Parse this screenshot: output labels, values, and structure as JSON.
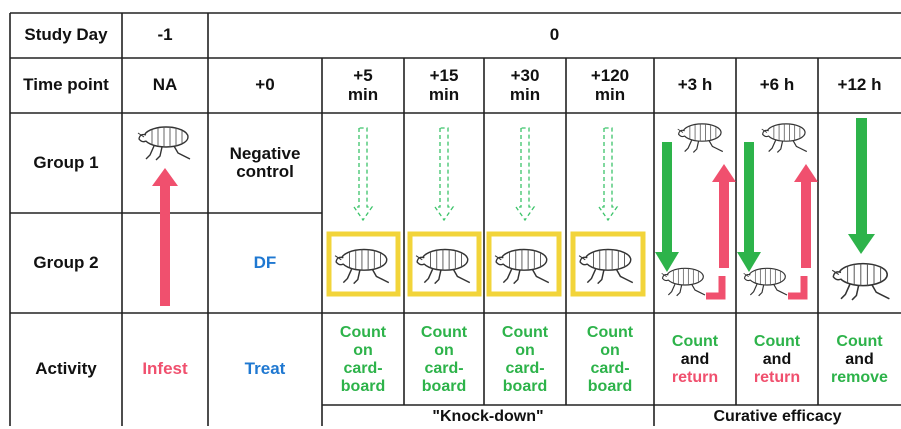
{
  "header": {
    "study_day_label": "Study Day",
    "day_minus1": "-1",
    "day_zero": "0",
    "time_point_label": "Time point",
    "tp_na": "NA",
    "tp_0": "+0",
    "tp_5": "+5 min",
    "tp_15": "+15 min",
    "tp_30": "+30 min",
    "tp_120": "+120 min",
    "tp_3h": "+3 h",
    "tp_6h": "+6 h",
    "tp_12h": "+12 h"
  },
  "rows": {
    "group1": "Group 1",
    "group2": "Group 2",
    "activity": "Activity"
  },
  "groups": {
    "negative_control": "Negative control",
    "df": "DF"
  },
  "activities": {
    "infest": "Infest",
    "treat": "Treat",
    "count_on_cardboard_1": "Count on card- board",
    "count_on_cardboard_2": "Count on card- board",
    "count_on_cardboard_3": "Count on card- board",
    "count_on_cardboard_4": "Count on card- board",
    "count": "Count",
    "and": "and",
    "return": "return",
    "remove": "remove"
  },
  "phases": {
    "knockdown": "\"Knock-down\"",
    "curative": "Curative efficacy"
  },
  "colors": {
    "green": "#2db34a",
    "red": "#f0506e",
    "blue": "#1f78d1",
    "yellow": "#f2d43a",
    "dashed_green": "#3cc46a"
  },
  "icons": {
    "flea": "flea-icon"
  }
}
